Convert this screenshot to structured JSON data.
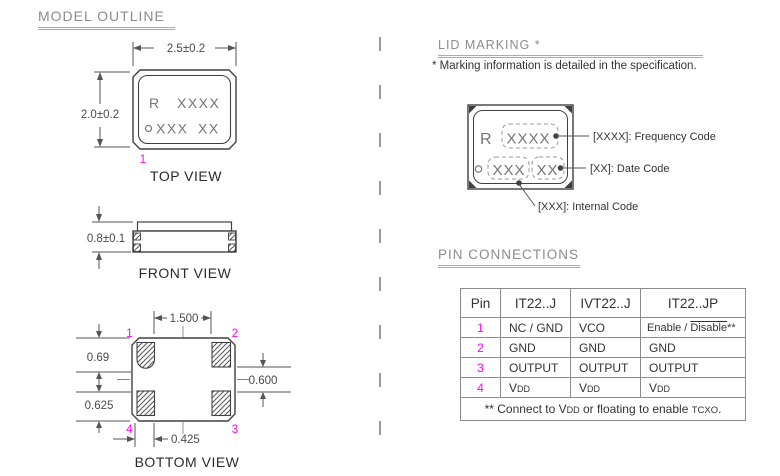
{
  "colors": {
    "line": "#404040",
    "dim_text": "#4a4a4a",
    "marking_gray": "#757575",
    "pin_magenta": "#ff00ff",
    "title_gray": "#8c8c8c",
    "table_text": "#333333",
    "border_gray": "#8c8c8c"
  },
  "model_outline": {
    "title": "MODEL OUTLINE",
    "top_view": {
      "label": "TOP VIEW",
      "dim_width": "2.5±0.2",
      "dim_height": "2.0±0.2",
      "mark_r": "R",
      "mark_freq": "XXXX",
      "mark_internal": "XXX",
      "mark_date": "XX",
      "pin1": "1"
    },
    "front_view": {
      "label": "FRONT VIEW",
      "dim_height": "0.8±0.1"
    },
    "bottom_view": {
      "label": "BOTTOM VIEW",
      "dim_pitch_x": "1.500",
      "dim_left_top": "0.69",
      "dim_left_bottom": "0.625",
      "dim_right": "0.600",
      "dim_bottom": "0.425",
      "pin1": "1",
      "pin2": "2",
      "pin3": "3",
      "pin4": "4"
    }
  },
  "lid_marking": {
    "title": "LID MARKING *",
    "note": "* Marking information is detailed in the specification.",
    "mark_r": "R",
    "freq": "XXXX",
    "internal": "XXX",
    "date": "XX",
    "callout_frequency": "[XXXX]: Frequency Code",
    "callout_date": "[XX]: Date Code",
    "callout_internal": "[XXX]: Internal Code"
  },
  "pin_connections": {
    "title": "PIN CONNECTIONS",
    "headers": [
      "Pin",
      "IT22..J",
      "IVT22..J",
      "IT22..JP"
    ],
    "rows": {
      "r1": {
        "pin": "1",
        "a": "NC / GND",
        "b": "VCO",
        "c_pre": "Enable / ",
        "c_ov": "Disable",
        "c_suf": "**"
      },
      "r2": {
        "pin": "2",
        "a": "GND",
        "b": "GND",
        "c": "GND"
      },
      "r3": {
        "pin": "3",
        "a": "OUTPUT",
        "b": "OUTPUT",
        "c": "OUTPUT"
      },
      "r4": {
        "pin": "4",
        "v": "V",
        "dd": "DD"
      }
    },
    "footnote": {
      "p1": "** Connect to V",
      "dd": "DD",
      "p2": " or floating to enable ",
      "tcxo": "TCXO",
      "p3": "."
    }
  }
}
